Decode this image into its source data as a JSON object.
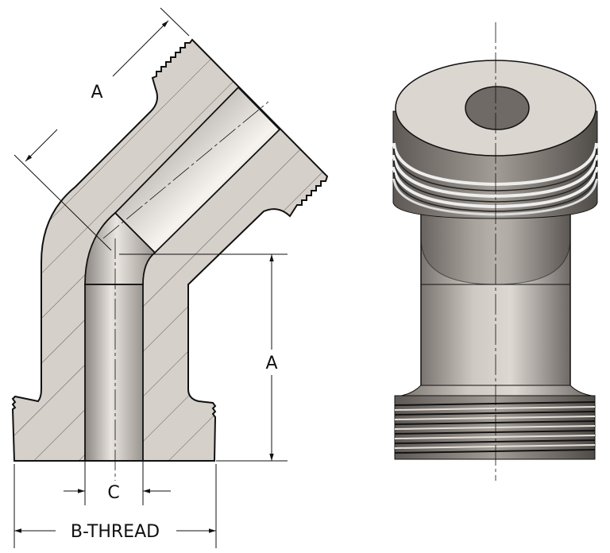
{
  "drawing": {
    "section_view": {
      "dim_arm_label": "A",
      "dim_vertical_label": "A",
      "dim_bore_label": "C",
      "dim_thread_label": "B-THREAD"
    },
    "colors": {
      "metal": "#d6d0ca",
      "outline": "#111111",
      "bore_light": "#f4f1ec",
      "bore_dark": "#8a8580"
    }
  }
}
